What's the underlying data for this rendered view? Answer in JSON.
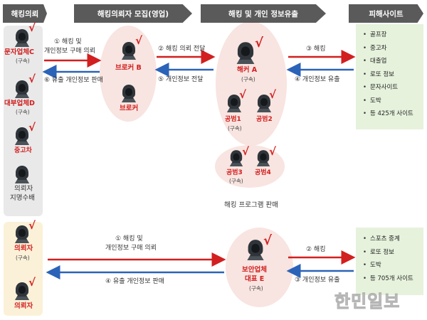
{
  "headers": {
    "hacking_request": "해킹의뢰",
    "broker_recruit": "해킹의뢰자 모집(영업)",
    "hacking_leak": "해킹 및 개인 정보유출",
    "victim_sites": "피해사이트"
  },
  "left_column": {
    "client_c": "문자업체C",
    "client_c_note": "(구속)",
    "client_d": "대부업체D",
    "client_d_note": "(구속)",
    "used_car": "중고차",
    "client_label": "의뢰자",
    "wanted": "지명수배",
    "client2": "의뢰자",
    "client2_note": "(구속)",
    "client3": "의뢰자"
  },
  "brokers": {
    "broker_b": "브로커 B",
    "broker": "브로커"
  },
  "hackers": {
    "hacker_a": "해커 A",
    "hacker_a_note": "(구속)",
    "accomplice1": "공범1",
    "accomplice1_note": "(구속)",
    "accomplice2": "공범2",
    "accomplice3": "공범3",
    "accomplice3_note": "(구속)",
    "accomplice4": "공범4",
    "program_sale": "해킹 프로그램 판매"
  },
  "top_flows": {
    "req_line1": "① 해킹 및",
    "req_line2": "개인정보 구매 의뢰",
    "sale": "⑥ 유출 개인정보 판매",
    "relay": "② 해킹 의뢰 전달",
    "deliver": "⑤ 개인정보 전달",
    "hack": "③ 해킹",
    "leak": "④ 개인정보 유출"
  },
  "sites_top": [
    "골프장",
    "중고차",
    "대출업",
    "로또 정보",
    "문자사이트",
    "도박",
    "등 425개 사이트"
  ],
  "bottom_flows": {
    "req_line1": "① 해킹 및",
    "req_line2": "개인정보 구매 의뢰",
    "sale": "④ 유출 개인정보 판매",
    "hack": "② 해킹",
    "leak": "③ 개인정보 유출"
  },
  "security_company": {
    "line1": "보안업체",
    "line2": "대표 E",
    "note": "(구속)"
  },
  "sites_bottom": [
    "스포츠 중계",
    "로또 정보",
    "도박",
    "등 705개 사이트"
  ],
  "watermark": "한민일보",
  "colors": {
    "accent_red": "#d21f1f",
    "arrow_blue": "#2b63b8",
    "header_gray": "#5a5a5a",
    "pink_bg": "#f8e4e0",
    "green_bg": "#e6f2dc",
    "yellow_bg": "#fbf1d8",
    "gray_bg": "#e9e9e9"
  }
}
